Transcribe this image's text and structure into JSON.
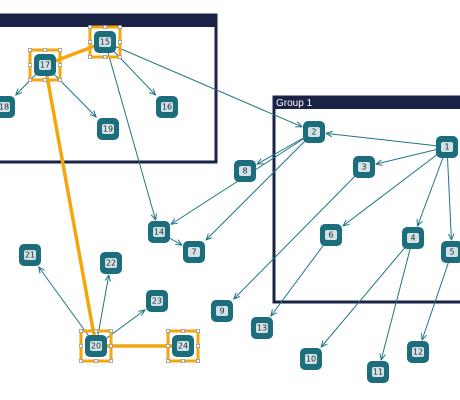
{
  "groups": [
    {
      "id": "group-0",
      "title": ""
    },
    {
      "id": "group-1",
      "title": "Group 1"
    }
  ],
  "nodes": [
    {
      "id": "1",
      "label": "1",
      "selected": false
    },
    {
      "id": "2",
      "label": "2",
      "selected": false
    },
    {
      "id": "3",
      "label": "3",
      "selected": false
    },
    {
      "id": "4",
      "label": "4",
      "selected": false
    },
    {
      "id": "5",
      "label": "5",
      "selected": false
    },
    {
      "id": "6",
      "label": "6",
      "selected": false
    },
    {
      "id": "7",
      "label": "7",
      "selected": false
    },
    {
      "id": "8",
      "label": "8",
      "selected": false
    },
    {
      "id": "9",
      "label": "9",
      "selected": false
    },
    {
      "id": "10",
      "label": "10",
      "selected": false
    },
    {
      "id": "11",
      "label": "11",
      "selected": false
    },
    {
      "id": "12",
      "label": "12",
      "selected": false
    },
    {
      "id": "13",
      "label": "13",
      "selected": false
    },
    {
      "id": "14",
      "label": "14",
      "selected": false
    },
    {
      "id": "15",
      "label": "15",
      "selected": true
    },
    {
      "id": "16",
      "label": "16",
      "selected": false
    },
    {
      "id": "17",
      "label": "17",
      "selected": true
    },
    {
      "id": "18",
      "label": "18",
      "selected": false
    },
    {
      "id": "19",
      "label": "19",
      "selected": false
    },
    {
      "id": "20",
      "label": "20",
      "selected": true
    },
    {
      "id": "21",
      "label": "21",
      "selected": false
    },
    {
      "id": "22",
      "label": "22",
      "selected": false
    },
    {
      "id": "23",
      "label": "23",
      "selected": false
    },
    {
      "id": "24",
      "label": "24",
      "selected": true
    }
  ],
  "edges": [
    {
      "from": "1",
      "to": "2",
      "highlighted": false
    },
    {
      "from": "1",
      "to": "3",
      "highlighted": false
    },
    {
      "from": "1",
      "to": "6",
      "highlighted": false
    },
    {
      "from": "1",
      "to": "4",
      "highlighted": false
    },
    {
      "from": "1",
      "to": "5",
      "highlighted": false
    },
    {
      "from": "2",
      "to": "8",
      "highlighted": false
    },
    {
      "from": "2",
      "to": "14",
      "highlighted": false
    },
    {
      "from": "2",
      "to": "7",
      "highlighted": false
    },
    {
      "from": "3",
      "to": "9",
      "highlighted": false
    },
    {
      "from": "6",
      "to": "13",
      "highlighted": false
    },
    {
      "from": "4",
      "to": "10",
      "highlighted": false
    },
    {
      "from": "4",
      "to": "11",
      "highlighted": false
    },
    {
      "from": "5",
      "to": "12",
      "highlighted": false
    },
    {
      "from": "15",
      "to": "17",
      "highlighted": true
    },
    {
      "from": "15",
      "to": "2",
      "highlighted": false
    },
    {
      "from": "15",
      "to": "16",
      "highlighted": false
    },
    {
      "from": "15",
      "to": "14",
      "highlighted": false
    },
    {
      "from": "17",
      "to": "18",
      "highlighted": false
    },
    {
      "from": "17",
      "to": "19",
      "highlighted": false
    },
    {
      "from": "20",
      "to": "17",
      "highlighted": true
    },
    {
      "from": "20",
      "to": "21",
      "highlighted": false
    },
    {
      "from": "20",
      "to": "22",
      "highlighted": false
    },
    {
      "from": "20",
      "to": "23",
      "highlighted": false
    },
    {
      "from": "20",
      "to": "24",
      "highlighted": true
    },
    {
      "from": "14",
      "to": "7",
      "highlighted": false
    }
  ],
  "colors": {
    "node": "#1c6e7d",
    "edge": "#1f7585",
    "selection": "#f5a60f",
    "group_header": "#1a2345"
  }
}
